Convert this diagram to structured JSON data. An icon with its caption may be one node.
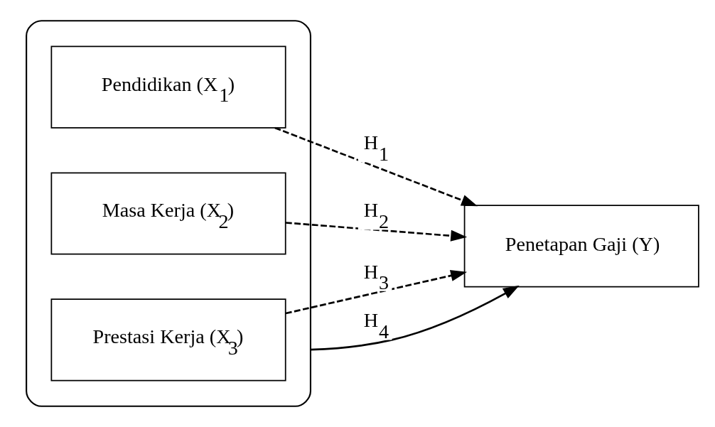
{
  "diagram": {
    "nodes": [
      {
        "text": [],
        "shape": "box"
      },
      {
        "text": [
          "Pendidikan (X$_{1}$)"
        ],
        "in": 0
      },
      {
        "text": [
          "Masa Kerja (X$_{2}$)"
        ],
        "in": 0
      },
      {
        "text": [
          "Prestasi Kerja (X$_{3}$)"
        ],
        "in": 0
      },
      {
        "text": [
          "Penetapan Gaji (Y)"
        ]
      }
    ],
    "edges": [
      {
        "from": 1,
        "to": 4,
        "arrow": "to",
        "label": "H$_{1}$",
        "style": "dashed"
      },
      {
        "from": 2,
        "to": 4,
        "arrow": "to",
        "label": "H$_{2}$",
        "style": "dashed"
      },
      {
        "from": 3,
        "to": 4,
        "arrow": "to",
        "label": "H$_{3}$",
        "style": "dashed"
      },
      {
        "from": 0,
        "to": 4,
        "arrow": "to",
        "label": "H$_{4}$"
      }
    ]
  }
}
